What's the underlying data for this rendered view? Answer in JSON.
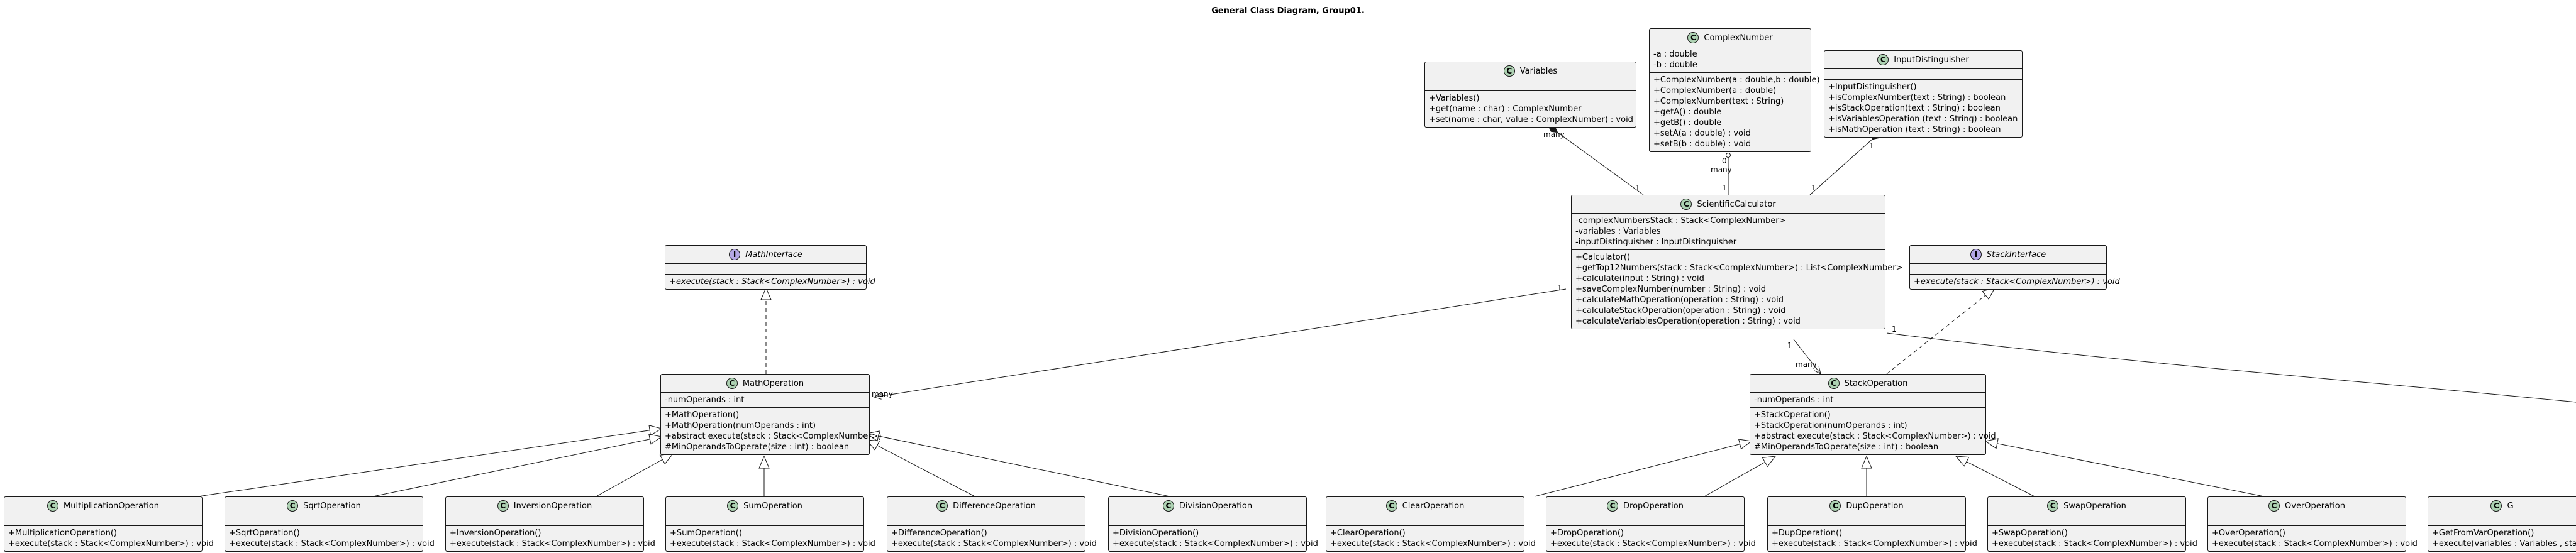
{
  "title": "General Class Diagram, Group01.",
  "classes": {
    "variables": {
      "name": "Variables",
      "kind": "class",
      "fields": [],
      "methods": [
        "+Variables()",
        "+get(name : char) : ComplexNumber",
        "+set(name : char, value : ComplexNumber) : void"
      ]
    },
    "complex": {
      "name": "ComplexNumber",
      "kind": "class",
      "fields": [
        "-a : double",
        "-b : double"
      ],
      "methods": [
        "+ComplexNumber(a : double,b : double)",
        "+ComplexNumber(a : double)",
        "+ComplexNumber(text : String)",
        "+getA() : double",
        "+getB() : double",
        "+setA(a : double) : void",
        "+setB(b : double) : void"
      ]
    },
    "input": {
      "name": "InputDistinguisher",
      "kind": "class",
      "fields": [],
      "methods": [
        "+InputDistinguisher()",
        "+isComplexNumber(text : String) : boolean",
        "+isStackOperation(text : String) : boolean",
        "+isVariablesOperation (text : String) : boolean",
        "+isMathOperation (text : String) : boolean"
      ]
    },
    "calc": {
      "name": "ScientificCalculator",
      "kind": "class",
      "fields": [
        "-complexNumbersStack : Stack<ComplexNumber>",
        "-variables : Variables",
        "-inputDistinguisher : InputDistinguisher"
      ],
      "methods": [
        "+Calculator()",
        "+getTop12Numbers(stack : Stack<ComplexNumber>) : List<ComplexNumber>",
        "+calculate(input : String) : void",
        "+saveComplexNumber(number : String) : void",
        "+calculateMathOperation(operation : String) : void",
        "+calculateStackOperation(operation : String) : void",
        "+calculateVariablesOperation(operation : String) : void"
      ]
    },
    "mathIface": {
      "name": "MathInterface",
      "kind": "interface",
      "fields": [],
      "methods": [
        "+execute(stack : Stack<ComplexNumber>) : void"
      ]
    },
    "stackIface": {
      "name": "StackInterface",
      "kind": "interface",
      "fields": [],
      "methods": [
        "+execute(stack : Stack<ComplexNumber>) : void"
      ]
    },
    "mathOp": {
      "name": "MathOperation",
      "kind": "class",
      "fields": [
        "-numOperands : int"
      ],
      "methods": [
        "+MathOperation()",
        "+MathOperation(numOperands : int)",
        "+abstract execute(stack : Stack<ComplexNumber>)",
        "#MinOperandsToOperate(size : int) : boolean"
      ]
    },
    "stackOp": {
      "name": "StackOperation",
      "kind": "class",
      "fields": [
        "-numOperands : int"
      ],
      "methods": [
        "+StackOperation()",
        "+StackOperation(numOperands : int)",
        "+abstract execute(stack : Stack<ComplexNumber>) : void",
        "#MinOperandsToOperate(size : int) : boolean"
      ]
    },
    "mult": {
      "name": "MultiplicationOperation",
      "kind": "class",
      "fields": [],
      "methods": [
        "+MultiplicationOperation()",
        "+execute(stack : Stack<ComplexNumber>) : void"
      ]
    },
    "sqrt": {
      "name": "SqrtOperation",
      "kind": "class",
      "fields": [],
      "methods": [
        "+SqrtOperation()",
        "+execute(stack : Stack<ComplexNumber>) : void"
      ]
    },
    "inv": {
      "name": "InversionOperation",
      "kind": "class",
      "fields": [],
      "methods": [
        "+InversionOperation()",
        "+execute(stack : Stack<ComplexNumber>) : void"
      ]
    },
    "sum": {
      "name": "SumOperation",
      "kind": "class",
      "fields": [],
      "methods": [
        "+SumOperation()",
        "+execute(stack : Stack<ComplexNumber>) : void"
      ]
    },
    "diff": {
      "name": "DifferenceOperation",
      "kind": "class",
      "fields": [],
      "methods": [
        "+DifferenceOperation()",
        "+execute(stack : Stack<ComplexNumber>) : void"
      ]
    },
    "div": {
      "name": "DivisionOperation",
      "kind": "class",
      "fields": [],
      "methods": [
        "+DivisionOperation()",
        "+execute(stack : Stack<ComplexNumber>) : void"
      ]
    },
    "clear": {
      "name": "ClearOperation",
      "kind": "class",
      "fields": [],
      "methods": [
        "+ClearOperation()",
        "+execute(stack : Stack<ComplexNumber>) : void"
      ]
    },
    "drop": {
      "name": "DropOperation",
      "kind": "class",
      "fields": [],
      "methods": [
        "+DropOperation()",
        "+execute(stack : Stack<ComplexNumber>) : void"
      ]
    },
    "dup": {
      "name": "DupOperation",
      "kind": "class",
      "fields": [],
      "methods": [
        "+DupOperation()",
        "+execute(stack : Stack<ComplexNumber>) : void"
      ]
    },
    "swap": {
      "name": "SwapOperation",
      "kind": "class",
      "fields": [],
      "methods": [
        "+SwapOperation()",
        "+execute(stack : Stack<ComplexNumber>) : void"
      ]
    },
    "over": {
      "name": "OverOperation",
      "kind": "class",
      "fields": [],
      "methods": [
        "+OverOperation()",
        "+execute(stack : Stack<ComplexNumber>) : void"
      ]
    },
    "getFrom": {
      "name": "G",
      "kind": "class",
      "fields": [],
      "methods": [
        "+GetFromVarOperation()",
        "+execute(variables : Variables , sta"
      ]
    }
  },
  "labels": {
    "many": "many",
    "one": "1",
    "zero": "0"
  },
  "colors": {
    "box_fill": "#f1f1f1",
    "border": "#181818",
    "class_badge": "#add1b2",
    "interface_badge": "#b4a7e5"
  }
}
